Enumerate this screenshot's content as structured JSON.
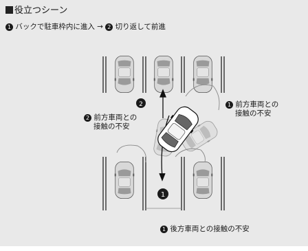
{
  "heading": {
    "mark": "■",
    "text": "役立つシーン"
  },
  "caption": {
    "step1_num": "❶",
    "step1_text": "バックで駐車枠内に進入 →",
    "step2_num": "❷",
    "step2_text": "切り返して前進"
  },
  "markers": {
    "one": "1",
    "two": "2"
  },
  "labels": {
    "front_left_num": "2",
    "front_left_line1": "前方車両との",
    "front_left_line2": "接触の不安",
    "front_right_num": "1",
    "front_right_line1": "前方車両との",
    "front_right_line2": "接触の不安",
    "rear_num": "1",
    "rear_text": "後方車両との接触の不安"
  },
  "colors": {
    "panel": "#e9e9e9",
    "car_body": "#d8d8d8",
    "car_window": "#9a9a9a",
    "highlight_car": "#ffffff",
    "line": "#222222"
  }
}
